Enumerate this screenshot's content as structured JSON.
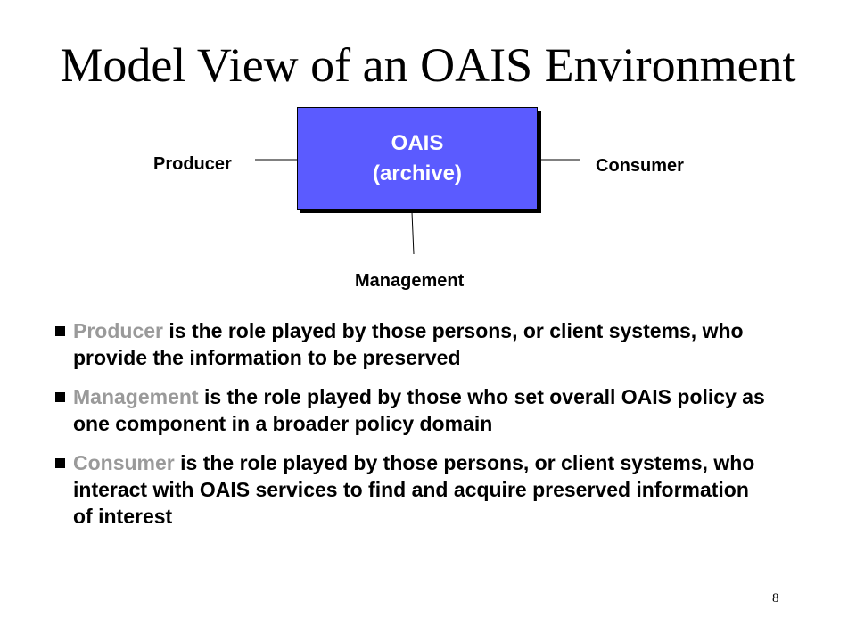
{
  "slide": {
    "title": "Model View of an OAIS Environment",
    "number": "8"
  },
  "diagram": {
    "archive_line1": "OAIS",
    "archive_line2": "(archive)",
    "producer_label": "Producer",
    "consumer_label": "Consumer",
    "management_label": "Management",
    "box_color": "#5b5bff"
  },
  "bullets": [
    {
      "term": "Producer",
      "text": " is the role played by those persons, or client systems, who provide the information to be preserved"
    },
    {
      "term": "Management",
      "text": " is the role played by those who set overall OAIS policy as one component in a broader policy domain"
    },
    {
      "term": "Consumer",
      "text": " is the role played by those persons, or client systems, who interact with OAIS services to find and acquire preserved information of interest"
    }
  ],
  "colors": {
    "term_highlight": "#9a9a9a",
    "bullet_marker": "#000000"
  }
}
